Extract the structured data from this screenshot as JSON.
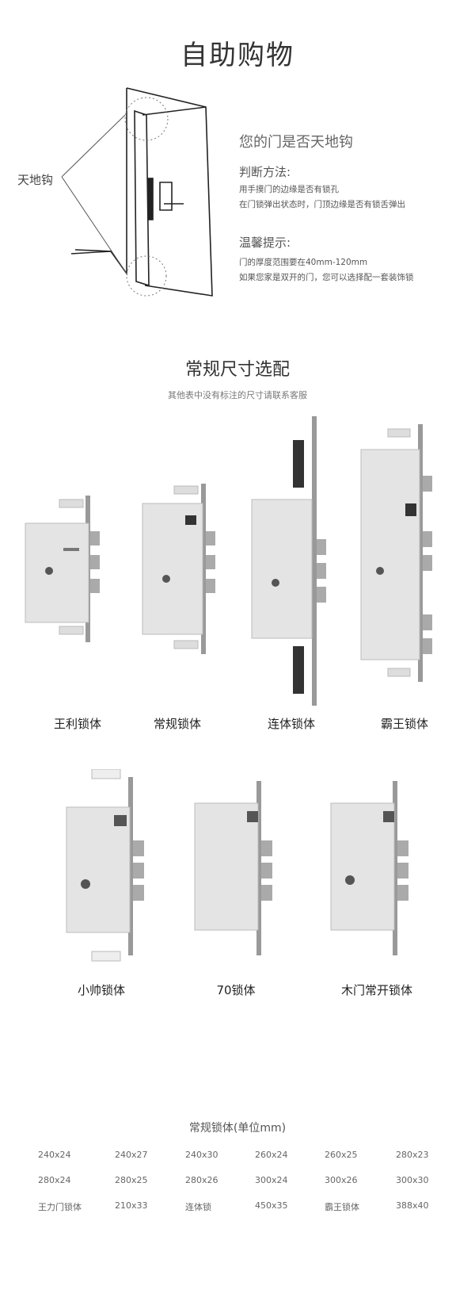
{
  "section1": {
    "title": "自助购物",
    "door_label": "天地钩",
    "question": "您的门是否天地钩",
    "judge": {
      "heading": "判断方法:",
      "lines": [
        "用手摸门的边缘是否有锁孔",
        "在门锁弹出状态时，门顶边缘是否有锁舌弹出"
      ]
    },
    "tip": {
      "heading": "温馨提示:",
      "lines": [
        "门的厚度范围要在40mm-120mm",
        "如果您家是双开的门，您可以选择配一套装饰锁"
      ]
    }
  },
  "section2": {
    "title": "常规尺寸选配",
    "subtitle": "其他表中没有标注的尺寸请联系客服",
    "row1": [
      "王利锁体",
      "常规锁体",
      "连体锁体",
      "霸王锁体"
    ],
    "row2": [
      "小帅锁体",
      "70锁体",
      "木门常开锁体"
    ]
  },
  "table": {
    "title": "常规锁体(单位mm)",
    "rows": [
      [
        "240x24",
        "240x27",
        "240x30",
        "260x24",
        "260x25",
        "280x23"
      ],
      [
        "280x24",
        "280x25",
        "280x26",
        "300x24",
        "300x26",
        "300x30"
      ],
      [
        "王力门锁体",
        "210x33",
        "连体锁",
        "450x35",
        "霸王锁体",
        "388x40"
      ]
    ]
  }
}
